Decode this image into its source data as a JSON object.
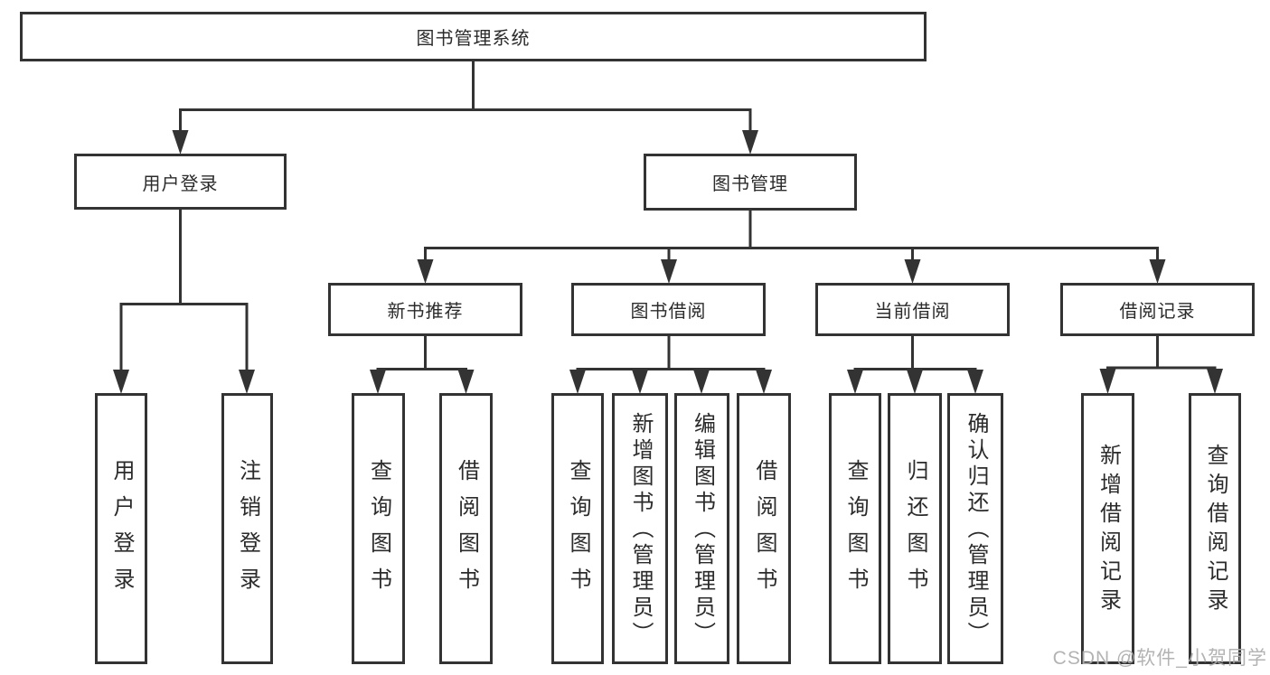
{
  "diagram": {
    "root": {
      "label": "图书管理系统"
    },
    "level2": [
      {
        "label": "用户登录"
      },
      {
        "label": "图书管理"
      }
    ],
    "level3": [
      {
        "label": "新书推荐"
      },
      {
        "label": "图书借阅"
      },
      {
        "label": "当前借阅"
      },
      {
        "label": "借阅记录"
      }
    ],
    "leaves": {
      "user_login": [
        {
          "label": "用户登录"
        },
        {
          "label": "注销登录"
        }
      ],
      "new_book": [
        {
          "label": "查询图书"
        },
        {
          "label": "借阅图书"
        }
      ],
      "book_borrow": [
        {
          "label": "查询图书"
        },
        {
          "label": "新增图书（管理员）"
        },
        {
          "label": "编辑图书（管理员）"
        },
        {
          "label": "借阅图书"
        }
      ],
      "current_borrow": [
        {
          "label": "查询图书"
        },
        {
          "label": "归还图书"
        },
        {
          "label": "确认归还（管理员）"
        }
      ],
      "borrow_record": [
        {
          "label": "新增借阅记录"
        },
        {
          "label": "查询借阅记录"
        }
      ]
    }
  },
  "watermark": "CSDN @软件_小贺同学",
  "colors": {
    "line": "#333333",
    "box_border": "#333333",
    "text": "#2b2b2b",
    "watermark": "#afafaf",
    "background": "#ffffff"
  }
}
